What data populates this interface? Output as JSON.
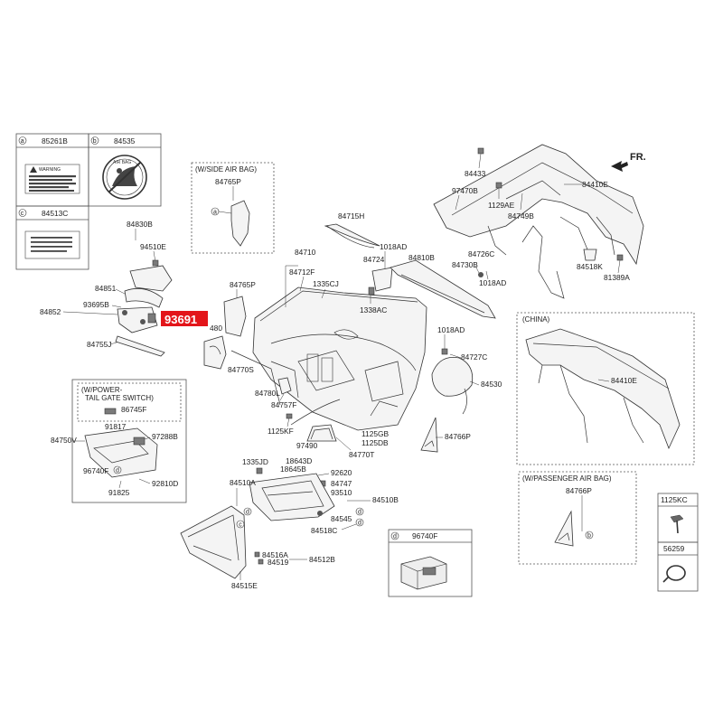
{
  "legend_boxes": {
    "a": {
      "letter": "a",
      "part": "85261B"
    },
    "b": {
      "letter": "b",
      "part": "84535"
    },
    "c": {
      "letter": "c",
      "part": "84513C"
    },
    "d": {
      "letter": "d",
      "part": "96740F"
    }
  },
  "orientation": "FR.",
  "highlight": {
    "part": "93691",
    "color": "#e3151a"
  },
  "notes": {
    "side_air_bag": "(W/SIDE AIR BAG)",
    "china": "(CHINA)",
    "passenger_air_bag": "(W/PASSENGER AIR BAG)",
    "power_tailgate_line1": "(W/POWER-",
    "power_tailgate_line2": "TAIL GATE SWITCH)"
  },
  "side_boxes": {
    "top": "1125KC",
    "bottom": "56259"
  },
  "labels": {
    "p84830B": "84830B",
    "p94510E": "94510E",
    "p84851": "84851",
    "p93695B": "93695B",
    "p84852": "84852",
    "p84755J": "84755J",
    "p84765P_side": "84765P",
    "p84765P": "84765P",
    "p480": "480",
    "p84715H": "84715H",
    "p84710": "84710",
    "p84712F": "84712F",
    "p1335CJ": "1335CJ",
    "p1338AC": "1338AC",
    "p1018AD_a": "1018AD",
    "p84724": "84724",
    "p84810B": "84810B",
    "p84433": "84433",
    "p97470B": "97470B",
    "p1129AE": "1129AE",
    "p84749B": "84749B",
    "p84410E": "84410E",
    "p84726C": "84726C",
    "p84730B": "84730B",
    "p1018AD_b": "1018AD",
    "p84518K": "84518K",
    "p81389A": "81389A",
    "p1018AD_c": "1018AD",
    "p84727C": "84727C",
    "p84530": "84530",
    "p84770S": "84770S",
    "p84780L": "84780L",
    "p84757F": "84757F",
    "p1125KF": "1125KF",
    "p97490": "97490",
    "p1125GB": "1125GB",
    "p1125DB": "1125DB",
    "p84770T": "84770T",
    "p84766P": "84766P",
    "p84410E_china": "84410E",
    "p84750V": "84750V",
    "p86745F": "86745F",
    "p91817": "91817",
    "p97288B": "97288B",
    "p96740F": "96740F",
    "p92810D": "92810D",
    "p91825": "91825",
    "p1335JD": "1335JD",
    "p18643D": "18643D",
    "p18645B": "18645B",
    "p92620": "92620",
    "p84747": "84747",
    "p93510": "93510",
    "p84510A": "84510A",
    "p84510B": "84510B",
    "p84545": "84545",
    "p84518C": "84518C",
    "p84516A": "84516A",
    "p84519": "84519",
    "p84512B": "84512B",
    "p84515E": "84515E",
    "p84766P_pass": "84766P"
  },
  "warning_sticker": {
    "title": "WARNING",
    "brand": "AIR BAG"
  }
}
